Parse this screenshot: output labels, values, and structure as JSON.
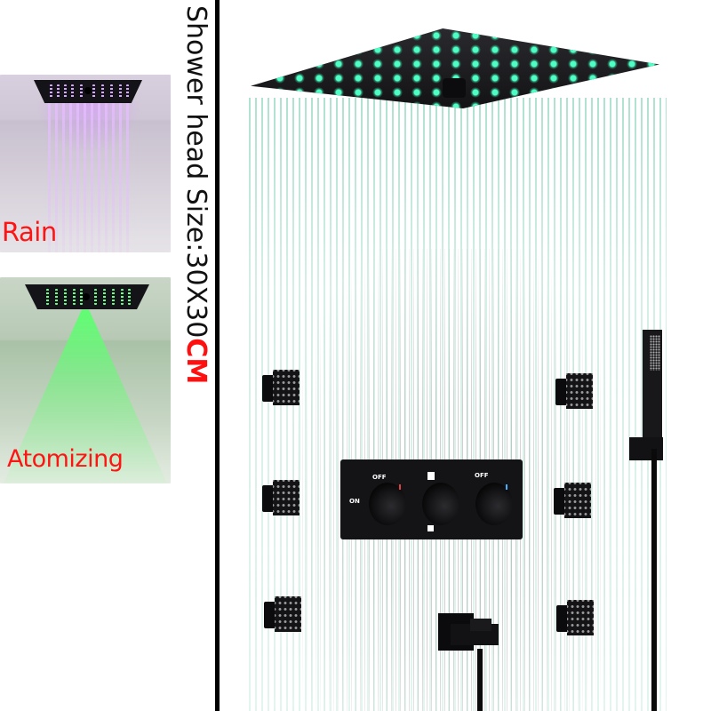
{
  "thumbnails": [
    {
      "id": "rain",
      "label": "Rain",
      "light_color": "#d9a6ff"
    },
    {
      "id": "atomizing",
      "label": "Atomizing",
      "light_color": "#66ff88"
    }
  ],
  "title": {
    "prefix": "Shower head Size:30X30",
    "unit": "CM",
    "text_color": "#111111",
    "unit_color": "#ff1010"
  },
  "product": {
    "led_color": "#4dffc4",
    "finish": "matte black",
    "body_jets_count": 6,
    "valve": {
      "left_knob": {
        "label_top": "OFF",
        "label_left": "ON",
        "indicator_color": "#e04040"
      },
      "middle_knob": {
        "symbol_top": "overhead-shower-symbol",
        "symbol_bottom": "tub-spout-symbol"
      },
      "right_knob": {
        "label_top": "OFF",
        "indicator_color": "#40b0ff"
      }
    }
  },
  "colors": {
    "label_red": "#ff1414",
    "divider": "#000000",
    "background": "#ffffff"
  }
}
